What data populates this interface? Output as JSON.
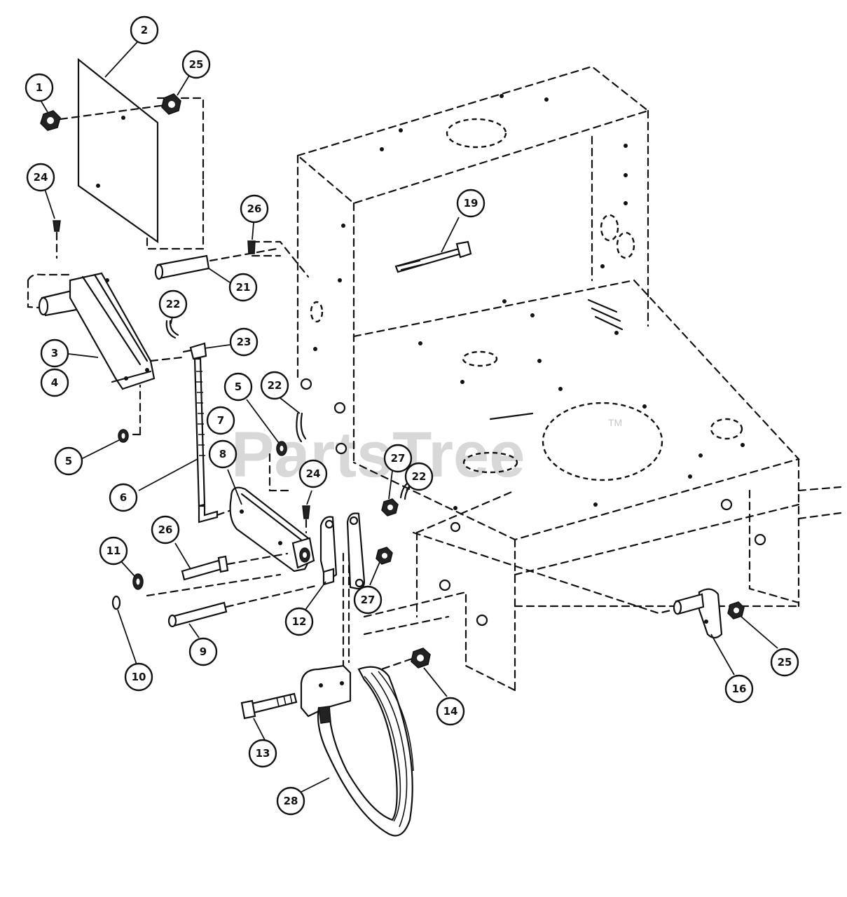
{
  "watermark": {
    "text": "PartsTree",
    "tm": "TM"
  },
  "callouts": [
    {
      "id": "c1",
      "label": "1"
    },
    {
      "id": "c2",
      "label": "2"
    },
    {
      "id": "c25a",
      "label": "25"
    },
    {
      "id": "c24a",
      "label": "24"
    },
    {
      "id": "c26a",
      "label": "26"
    },
    {
      "id": "c21",
      "label": "21"
    },
    {
      "id": "c19",
      "label": "19"
    },
    {
      "id": "c22a",
      "label": "22"
    },
    {
      "id": "c23",
      "label": "23"
    },
    {
      "id": "c3",
      "label": "3"
    },
    {
      "id": "c4",
      "label": "4"
    },
    {
      "id": "c5a",
      "label": "5"
    },
    {
      "id": "c22b",
      "label": "22"
    },
    {
      "id": "c5b",
      "label": "5"
    },
    {
      "id": "c7",
      "label": "7"
    },
    {
      "id": "c8",
      "label": "8"
    },
    {
      "id": "c6",
      "label": "6"
    },
    {
      "id": "c24b",
      "label": "24"
    },
    {
      "id": "c27a",
      "label": "27"
    },
    {
      "id": "c22c",
      "label": "22"
    },
    {
      "id": "c26b",
      "label": "26"
    },
    {
      "id": "c11",
      "label": "11"
    },
    {
      "id": "c27b",
      "label": "27"
    },
    {
      "id": "c12",
      "label": "12"
    },
    {
      "id": "c9",
      "label": "9"
    },
    {
      "id": "c10",
      "label": "10"
    },
    {
      "id": "c14",
      "label": "14"
    },
    {
      "id": "c13",
      "label": "13"
    },
    {
      "id": "c28",
      "label": "28"
    },
    {
      "id": "c16",
      "label": "16"
    },
    {
      "id": "c25b",
      "label": "25"
    }
  ]
}
